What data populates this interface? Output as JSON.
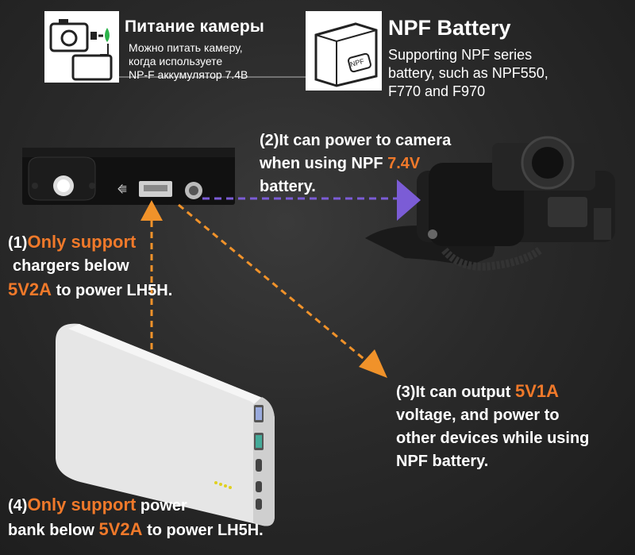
{
  "camera_power": {
    "title": "Питание камеры",
    "line1": "Можно питать камеру,",
    "line2": "когда используете",
    "line3": "NP-F аккумулятор 7.4В"
  },
  "npf_battery": {
    "title": "NPF Battery",
    "line1": "Supporting NPF series",
    "line2": "battery, such as NPF550,",
    "line3": "F770 and F970",
    "icon_label": "NPF"
  },
  "callout2": {
    "num": "(2)",
    "line1": "It can power to camera",
    "line2a": "when using NPF ",
    "line2b": "7.4V",
    "line3": "battery."
  },
  "callout1": {
    "num": "(1)",
    "line1": "Only support",
    "line2": "chargers below",
    "line3a": "5V2A",
    "line3b": " to power LH5H."
  },
  "callout3": {
    "num": "(3)",
    "line1a": "It can output ",
    "line1b": "5V1A",
    "line2": "voltage, and power to",
    "line3": "other devices while using",
    "line4": "NPF battery."
  },
  "callout4": {
    "num": "(4)",
    "line1a": "Only support",
    "line1b": " power",
    "line2a": "bank below ",
    "line2b": "5V2A",
    "line2c": " to power LH5H."
  },
  "colors": {
    "accent_orange": "#f0792a",
    "arrow_purple": "#7b5cd6",
    "background": "#2a2a2a"
  }
}
